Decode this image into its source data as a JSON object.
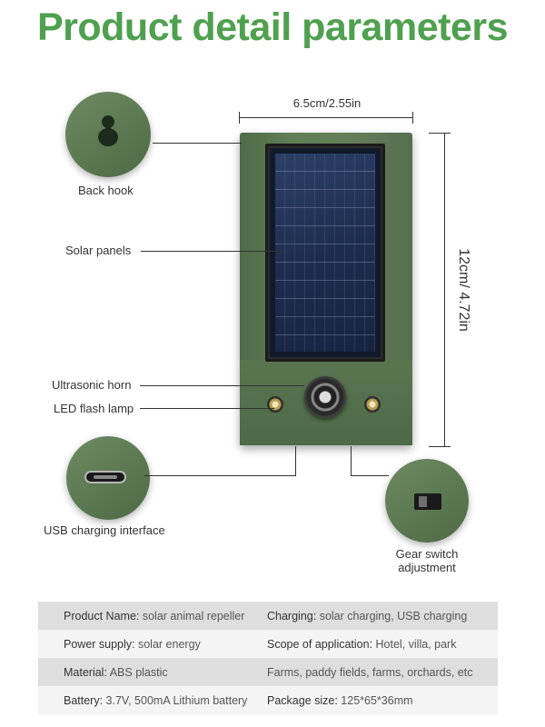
{
  "title": "Product detail parameters",
  "dimensions": {
    "width": "6.5cm/2.55in",
    "height": "12cm/ 4.72in"
  },
  "callouts": {
    "back_hook": "Back hook",
    "solar_panels": "Solar panels",
    "ultrasonic_horn": "Ultrasonic horn",
    "led_flash_lamp": "LED flash lamp",
    "usb_charging": "USB charging interface",
    "gear_switch_line1": "Gear switch",
    "gear_switch_line2": "adjustment"
  },
  "specs": [
    {
      "left_key": "Product Name: ",
      "left_val": "solar animal repeller",
      "right_key": "Charging: ",
      "right_val": "solar charging, USB charging"
    },
    {
      "left_key": "Power supply: ",
      "left_val": "solar energy",
      "right_key": "Scope of application: ",
      "right_val": "Hotel, villa, park"
    },
    {
      "left_key": "Material: ",
      "left_val": "ABS plastic",
      "right_key": "",
      "right_val": "Farms, paddy fields, farms, orchards, etc"
    },
    {
      "left_key": "Battery: ",
      "left_val": "3.7V, 500mA Lithium battery",
      "right_key": "Package size: ",
      "right_val": "125*65*36mm"
    }
  ],
  "colors": {
    "title_green": "#4fa04f",
    "device_green": "#5f7e56",
    "row_dark": "#dedede",
    "row_light": "#f4f4f4"
  }
}
